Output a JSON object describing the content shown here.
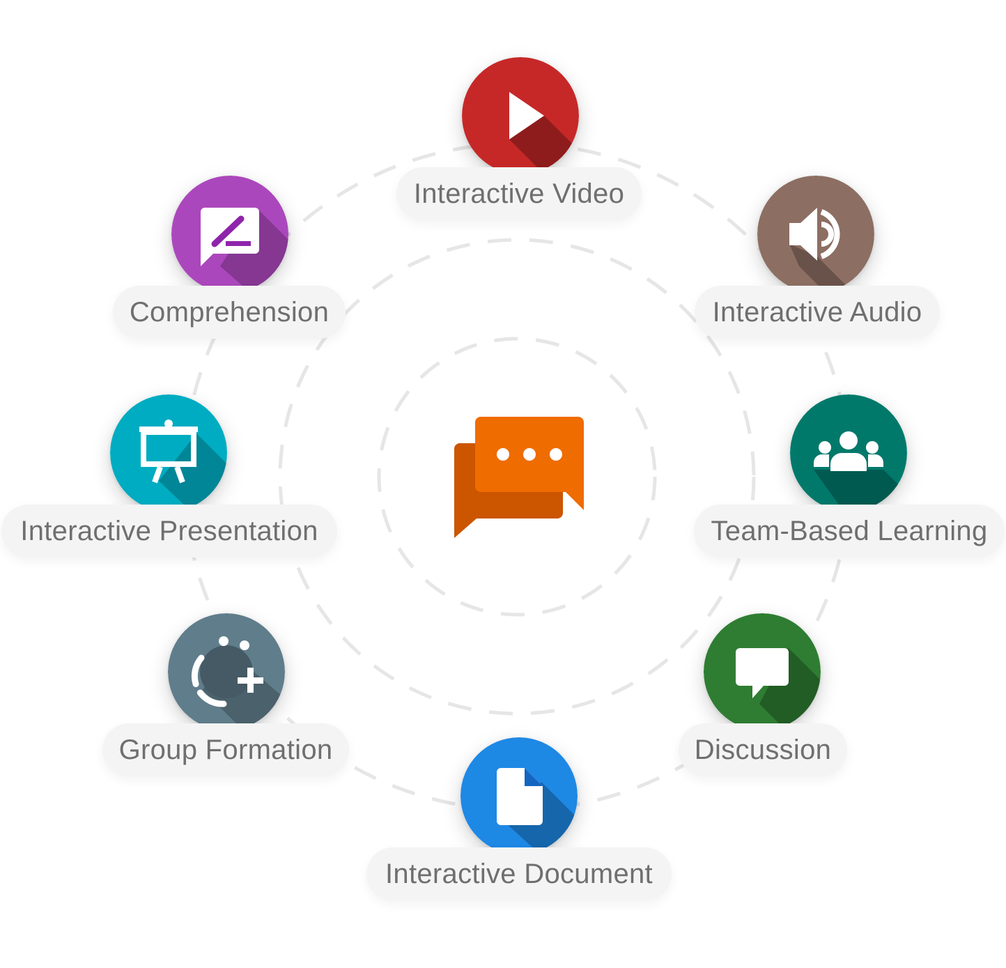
{
  "center": {
    "icon": "chat-bubbles-icon",
    "color": "#ef6c00",
    "back_color": "#cc5500"
  },
  "ring_color": "#e6e6e6",
  "nodes": [
    {
      "key": "video",
      "label": "Interactive Video",
      "icon": "play-icon",
      "color": "#c62828"
    },
    {
      "key": "audio",
      "label": "Interactive Audio",
      "icon": "speaker-icon",
      "color": "#8d6e63"
    },
    {
      "key": "team",
      "label": "Team-Based Learning",
      "icon": "group-people-icon",
      "color": "#00796b"
    },
    {
      "key": "discussion",
      "label": "Discussion",
      "icon": "speech-bubble-icon",
      "color": "#2e7d32"
    },
    {
      "key": "document",
      "label": "Interactive Document",
      "icon": "document-icon",
      "color": "#1e88e5"
    },
    {
      "key": "group",
      "label": "Group Formation",
      "icon": "group-add-icon",
      "color": "#607d8b"
    },
    {
      "key": "presentation",
      "label": "Interactive Presentation",
      "icon": "easel-icon",
      "color": "#00acc1"
    },
    {
      "key": "comprehension",
      "label": "Comprehension",
      "icon": "edit-note-icon",
      "color": "#ab47bc"
    }
  ]
}
